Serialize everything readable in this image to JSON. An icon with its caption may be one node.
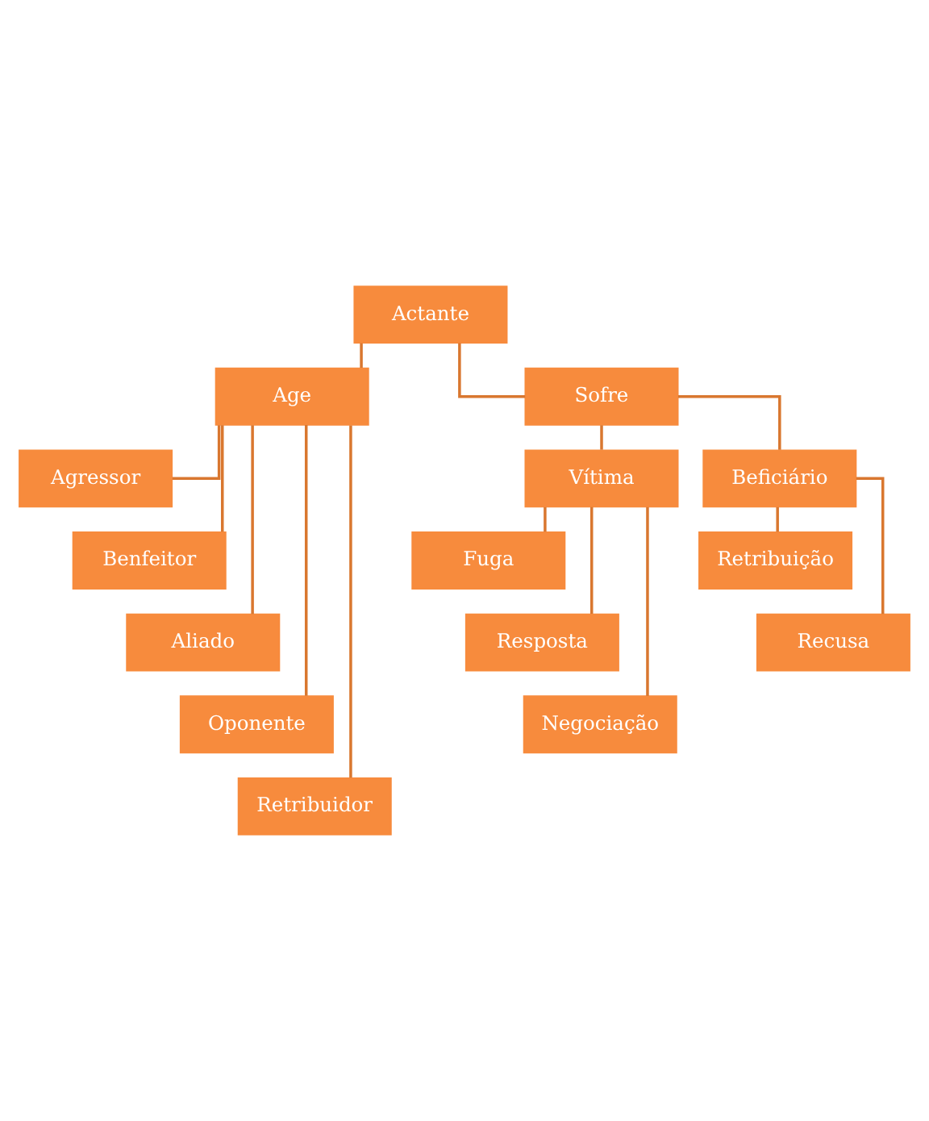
{
  "diagram": {
    "nodes": [
      {
        "text": [
          "Actante"
        ]
      },
      {
        "text": [
          "Age"
        ]
      },
      {
        "text": [
          "Sofre"
        ]
      },
      {
        "text": [
          "Agressor"
        ]
      },
      {
        "text": [
          "Benfeitor"
        ]
      },
      {
        "text": [
          "Aliado"
        ]
      },
      {
        "text": [
          "Oponente"
        ]
      },
      {
        "text": [
          "Retribuidor"
        ]
      },
      {
        "text": [
          "Vítima"
        ]
      },
      {
        "text": [
          "Beficiário"
        ]
      },
      {
        "text": [
          "Fuga"
        ]
      },
      {
        "text": [
          "Resposta"
        ]
      },
      {
        "text": [
          "Negociação"
        ]
      },
      {
        "text": [
          "Retribuição"
        ]
      },
      {
        "text": [
          "Recusa"
        ]
      }
    ],
    "edges": [
      {
        "from": 0,
        "to": 1,
        "arrow": "none"
      },
      {
        "from": 0,
        "to": 2,
        "arrow": "none"
      },
      {
        "from": 1,
        "to": 3,
        "arrow": "none"
      },
      {
        "from": 1,
        "to": 4,
        "arrow": "none"
      },
      {
        "from": 1,
        "to": 5,
        "arrow": "none"
      },
      {
        "from": 1,
        "to": 6,
        "arrow": "none"
      },
      {
        "from": 1,
        "to": 7,
        "arrow": "none"
      },
      {
        "from": 2,
        "to": 8,
        "arrow": "none"
      },
      {
        "from": 2,
        "to": 9,
        "arrow": "none"
      },
      {
        "from": 8,
        "to": 10,
        "arrow": "none"
      },
      {
        "from": 8,
        "to": 11,
        "arrow": "none"
      },
      {
        "from": 8,
        "to": 12,
        "arrow": "none"
      },
      {
        "from": 9,
        "to": 13,
        "arrow": "none"
      },
      {
        "from": 9,
        "to": 14,
        "arrow": "none"
      }
    ]
  }
}
